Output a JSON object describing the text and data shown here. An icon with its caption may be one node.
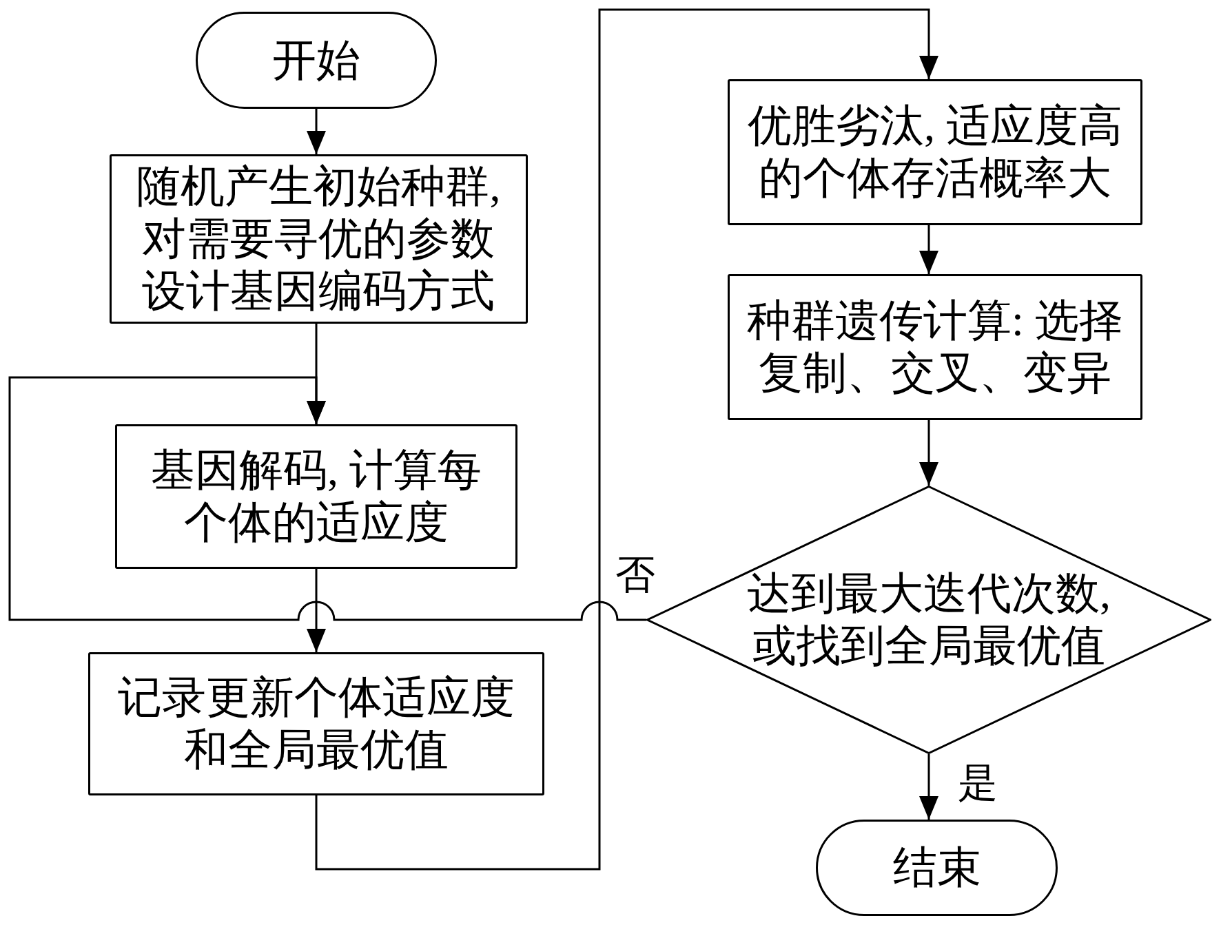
{
  "diagram": {
    "nodes": [
      {
        "text": [
          "开始"
        ]
      },
      {
        "text": [
          "随机产生初始种群,对需要寻优的参数设计基因编码方式"
        ]
      },
      {
        "text": [
          "基因解码, 计算每个体的适应度"
        ]
      },
      {
        "text": [
          "记录更新个体适应度和全局最优值"
        ]
      },
      {
        "text": [
          "优胜劣汰, 适应度高的个体存活概率大"
        ]
      },
      {
        "text": [
          "种群遗传计算: 选择复制、交叉、变异"
        ]
      },
      {
        "text": [
          "达到最大迭代次数,或找到全局最优值"
        ]
      },
      {
        "text": [
          "结束"
        ]
      }
    ],
    "edges": [
      {
        "from": 0,
        "to": 1,
        "arrow": "to"
      },
      {
        "from": 1,
        "to": 2,
        "arrow": "to"
      },
      {
        "from": 2,
        "to": 3,
        "arrow": "to"
      },
      {
        "from": 3,
        "to": 4,
        "arrow": "to"
      },
      {
        "from": 4,
        "to": 5,
        "arrow": "to"
      },
      {
        "from": 5,
        "to": 6,
        "arrow": "to"
      },
      {
        "from": 6,
        "to": 7,
        "arrow": "to",
        "label": "是"
      },
      {
        "from": 6,
        "to": 2,
        "arrow": "to",
        "label": "否"
      }
    ]
  }
}
